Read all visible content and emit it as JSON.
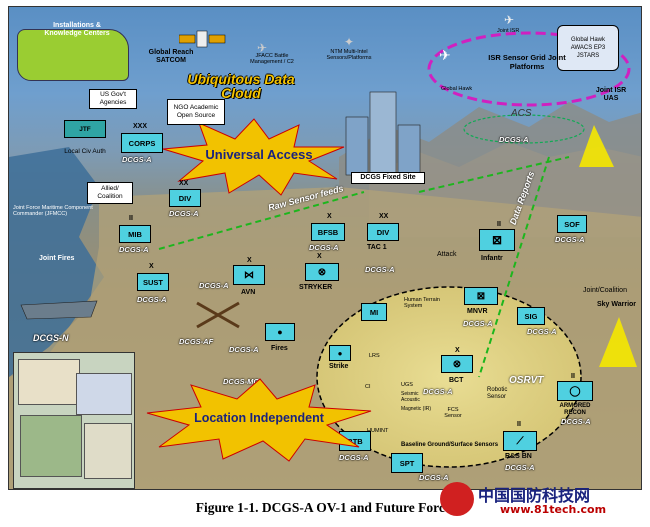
{
  "title": {
    "line1": "Ubiquitous Data",
    "line2": "Cloud"
  },
  "universal_access": "Universal Access",
  "location_independent": "Location Independent",
  "caption": "Figure 1-1.  DCGS-A OV-1 and Future Force.",
  "watermark": {
    "cn": "中国国防科技网",
    "url": "www.81tech.com"
  },
  "top_labels": {
    "knowledge_centers": "Installations & Knowledge Centers",
    "global_reach": "Global Reach SATCOM",
    "jfacc": "JFACC Battle Management / C2",
    "ntm": "NTM Multi-Intel Sensors/Platforms",
    "joint_isr": "Joint ISR",
    "global_hawk_box": "Global Hawk AWACS EP3 JSTARS",
    "isr_grid": "ISR Sensor Grid Joint Platforms",
    "global_hawk": "Global Hawk",
    "joint_isr_uas": "Joint ISR UAS",
    "acs": "ACS",
    "dcgs_fixed": "DCGS Fixed Site"
  },
  "left_boxes": {
    "us_govt": "US Gov't Agencies",
    "ngo": "NGO Academic Open Source",
    "jtf": "JTF",
    "local_civ": "Local Civ Auth",
    "allied": "Allied/ Coalition",
    "jfmcc": "Joint Force Maritime Component Commander (JFMCC)",
    "joint_fires": "Joint Fires",
    "dcgs_n": "DCGS-N"
  },
  "units": {
    "corps": "CORPS",
    "div": "DIV",
    "mib": "MIB",
    "sust": "SUST",
    "avn": "AVN",
    "bfsb": "BFSB",
    "div2": "DIV",
    "stryker": "STRYKER",
    "fires": "Fires",
    "mi": "MI",
    "mnvr": "MNVR",
    "sig": "SIG",
    "sof": "SOF",
    "strike": "Strike",
    "bct": "BCT",
    "btb": "BTB",
    "spt": "SPT",
    "rs_bn": "R&S BN",
    "armored_recon": "ARMORED RECON",
    "infantry": "Infantr",
    "osrvt": "OSRVT",
    "tac1": "TAC 1"
  },
  "dcgs_a": "DCGS-A",
  "dcgs_af": "DCGS-AF",
  "dcgs_mc": "DCGS-MC",
  "echelons": {
    "xxx": "XXX",
    "xx": "XX",
    "x": "X",
    "ii": "II"
  },
  "misc_labels": {
    "raw_sensor_feeds": "Raw Sensor feeds",
    "data_reports": "Data Reports",
    "attack": "Attack",
    "joint_coalition": "Joint/Coalition",
    "sky_warrior": "Sky Warrior",
    "human_terrain": "Human Terrain System",
    "robotic_sensor": "Robotic Sensor",
    "baseline_sensors": "Baseline Ground/Surface Sensors",
    "lrs": "LRS",
    "ci": "CI",
    "humint": "HUMINT",
    "fcs_sensor": "FCS Sensor",
    "ugs": "UGS",
    "seismic": "Seismic Acoustic",
    "mag": "Magnetic (IR)"
  },
  "colors": {
    "unit_fill": "#4fd0e0",
    "title_yellow": "#f5c400",
    "burst_fill": "#f2c200",
    "burst_text": "#1a237e",
    "grid_green": "#1db61d",
    "isr_magenta": "#d020c0"
  }
}
